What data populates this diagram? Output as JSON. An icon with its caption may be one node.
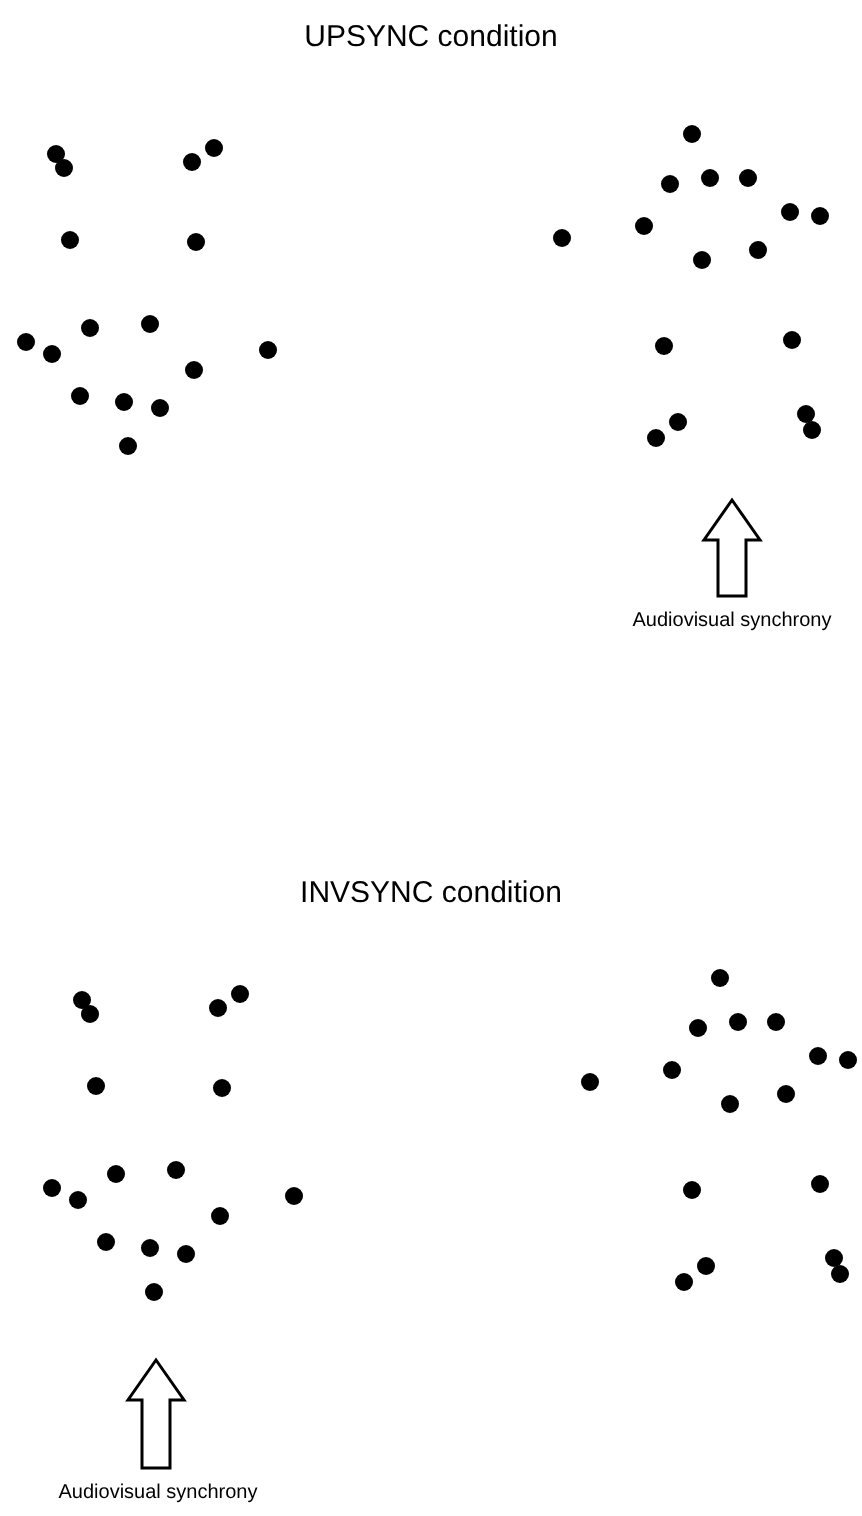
{
  "diagram": {
    "nodes": [
      {
        "text": [],
        "shape": "picture"
      },
      {
        "text": [],
        "shape": "picture"
      },
      {
        "text": [
          "Audiovisual synchrony"
        ]
      },
      {
        "text": [],
        "shape": "picture"
      },
      {
        "text": [],
        "shape": "picture"
      },
      {
        "text": [
          "Audiovisual synchrony"
        ]
      }
    ],
    "edges": [
      {
        "from": 2,
        "to": 1,
        "arrow": "to"
      },
      {
        "from": 5,
        "to": 3,
        "arrow": "to"
      }
    ],
    "labels": [
      "UPSYNC condition",
      "INVSYNC condition"
    ]
  }
}
